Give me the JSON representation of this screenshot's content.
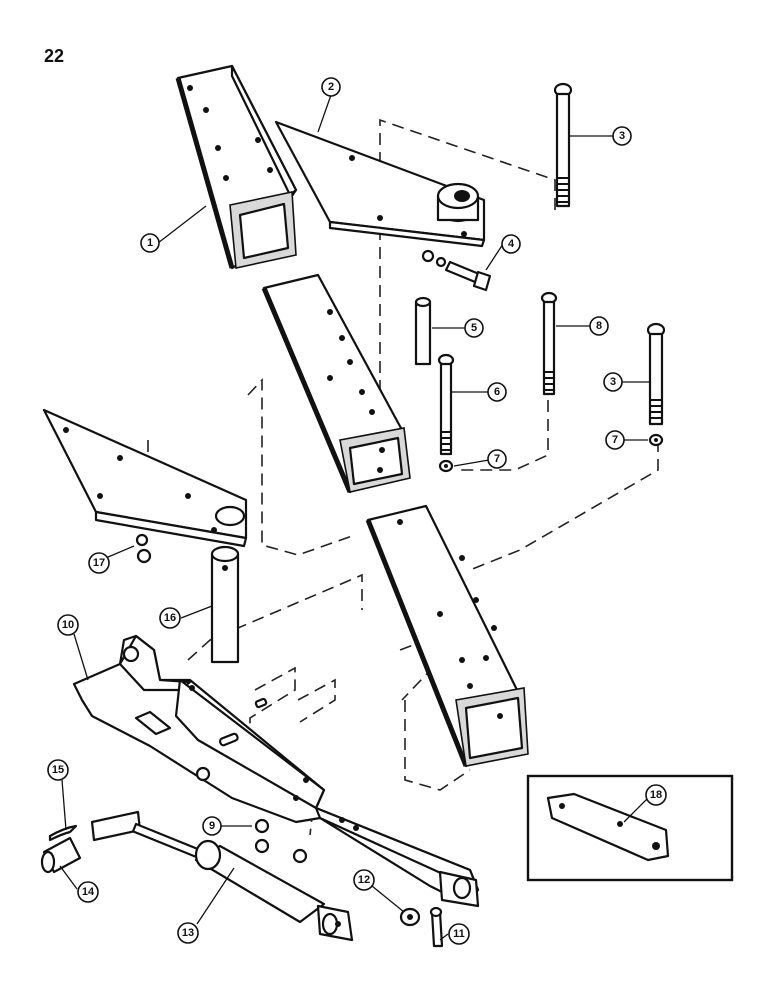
{
  "page_number": "22",
  "callouts": {
    "c1": "1",
    "c2": "2",
    "c3a": "3",
    "c3b": "3",
    "c4": "4",
    "c5": "5",
    "c6": "6",
    "c7a": "7",
    "c7b": "7",
    "c8": "8",
    "c9": "9",
    "c10": "10",
    "c11": "11",
    "c12": "12",
    "c13": "13",
    "c14": "14",
    "c15": "15",
    "c16": "16",
    "c17": "17",
    "c18": "18"
  }
}
